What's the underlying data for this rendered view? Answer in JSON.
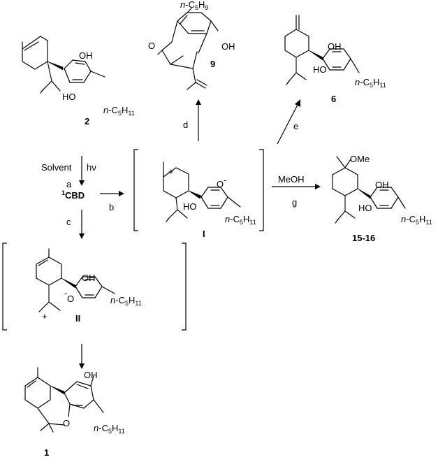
{
  "compounds": {
    "c2": "2",
    "c9": "9",
    "c6": "6",
    "c15_16": "15-16",
    "c1": "1",
    "intI": "I",
    "intII": "II",
    "cbd": {
      "pre": "1",
      "main": "CBD"
    }
  },
  "conditions": {
    "solvent": "Solvent",
    "hv": "hν",
    "a": "a",
    "b": "b",
    "c": "c",
    "d": "d",
    "e": "e",
    "g": "g",
    "meoh": "MeOH"
  },
  "atoms": {
    "oh": "OH",
    "ho": "HO",
    "o": "O",
    "ome": "OMe",
    "o_minus_intI": "O",
    "o_minus_intII": "O",
    "plus": "+",
    "minus": "-"
  },
  "substituent": {
    "n_prefix": "n",
    "dash_c": "-C",
    "c_sub": "5",
    "h_main": "H",
    "h_sub_pentyl": "11",
    "h_sub_pentenyl": "9"
  }
}
